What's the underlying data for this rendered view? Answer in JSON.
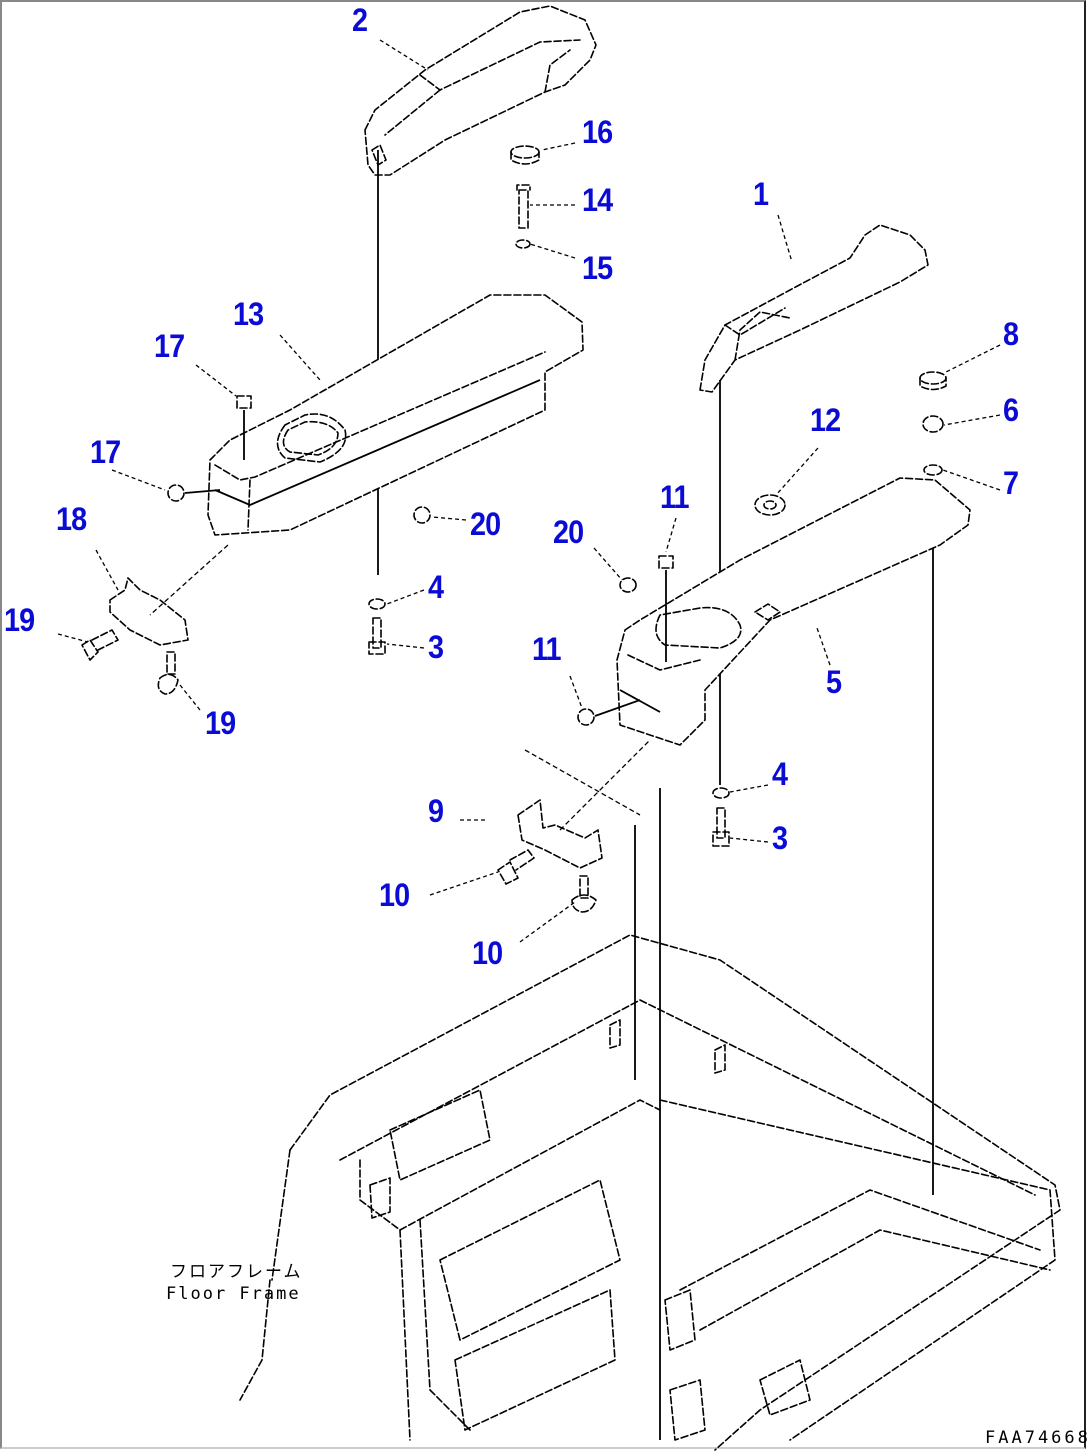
{
  "diagram": {
    "type": "exploded-parts-diagram",
    "reference_code": "FAA74668",
    "floor_frame_label_jp": "フロアフレーム",
    "floor_frame_label_en": "Floor Frame",
    "callouts": [
      {
        "id": "c2",
        "text": "2",
        "part": "Right handrail / armrest (upper)"
      },
      {
        "id": "c16",
        "text": "16",
        "part": "Cap"
      },
      {
        "id": "c14",
        "text": "14",
        "part": "Bolt"
      },
      {
        "id": "c15",
        "text": "15",
        "part": "Washer"
      },
      {
        "id": "c1",
        "text": "1",
        "part": "Left handrail / armrest (upper)"
      },
      {
        "id": "c13",
        "text": "13",
        "part": "Cover"
      },
      {
        "id": "c17a",
        "text": "17",
        "part": "Cap"
      },
      {
        "id": "c17b",
        "text": "17",
        "part": "Cap"
      },
      {
        "id": "c8",
        "text": "8",
        "part": "Cap"
      },
      {
        "id": "c6",
        "text": "6",
        "part": "Bolt"
      },
      {
        "id": "c7",
        "text": "7",
        "part": "Washer"
      },
      {
        "id": "c12",
        "text": "12",
        "part": "Grommet"
      },
      {
        "id": "c18",
        "text": "18",
        "part": "Bracket"
      },
      {
        "id": "c20a",
        "text": "20",
        "part": "Clip"
      },
      {
        "id": "c11a",
        "text": "11",
        "part": "Cap"
      },
      {
        "id": "c20b",
        "text": "20",
        "part": "Clip"
      },
      {
        "id": "c19a",
        "text": "19",
        "part": "Bolt"
      },
      {
        "id": "c4a",
        "text": "4",
        "part": "Washer"
      },
      {
        "id": "c3a",
        "text": "3",
        "part": "Bolt"
      },
      {
        "id": "c11b",
        "text": "11",
        "part": "Cap"
      },
      {
        "id": "c5",
        "text": "5",
        "part": "Cover"
      },
      {
        "id": "c19b",
        "text": "19",
        "part": "Bolt"
      },
      {
        "id": "c4b",
        "text": "4",
        "part": "Washer"
      },
      {
        "id": "c9",
        "text": "9",
        "part": "Bracket"
      },
      {
        "id": "c3b",
        "text": "3",
        "part": "Bolt"
      },
      {
        "id": "c10a",
        "text": "10",
        "part": "Bolt"
      },
      {
        "id": "c10b",
        "text": "10",
        "part": "Bolt"
      }
    ],
    "colors": {
      "callout": "#0b0bd6",
      "linework": "#000000",
      "background": "#ffffff"
    }
  }
}
